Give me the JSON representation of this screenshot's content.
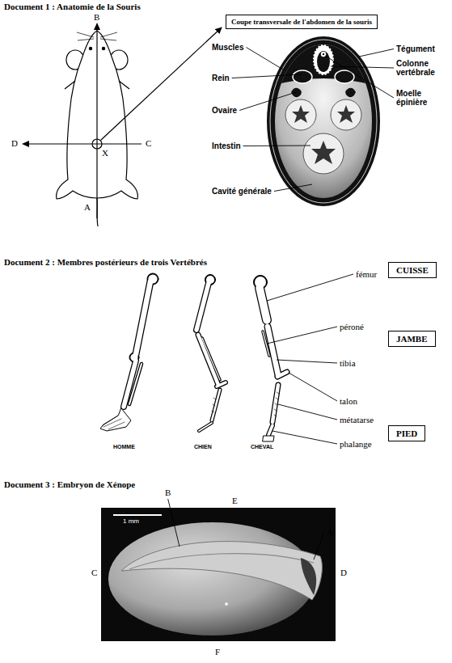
{
  "diagram": {
    "nodes": [
      {
        "text": [
          "Coupe transversale de l'abdomen de la souris"
        ]
      },
      {
        "text": [
          "CUISSE"
        ]
      },
      {
        "text": [
          "JAMBE"
        ]
      },
      {
        "text": [
          "PIED"
        ]
      }
    ],
    "labels": [
      "Document 1 : Anatomie de la Souris",
      "B",
      "D",
      "X",
      "C",
      "A",
      "Muscles",
      "Tégument",
      "Colonne vertébrale",
      "Rein",
      "Moelle épinière",
      "Ovaire",
      "Intestin",
      "Cavité générale",
      "Document 2 : Membres postérieurs de trois Vertébrés",
      "fémur",
      "péroné",
      "tibia",
      "talon",
      "métatarse",
      "phalange",
      "HOMME",
      "CHIEN",
      "CHEVAL",
      "Document 3 : Embryon de Xénope",
      "1 mm",
      "B",
      "E",
      "A",
      "C",
      "D",
      "F"
    ]
  }
}
